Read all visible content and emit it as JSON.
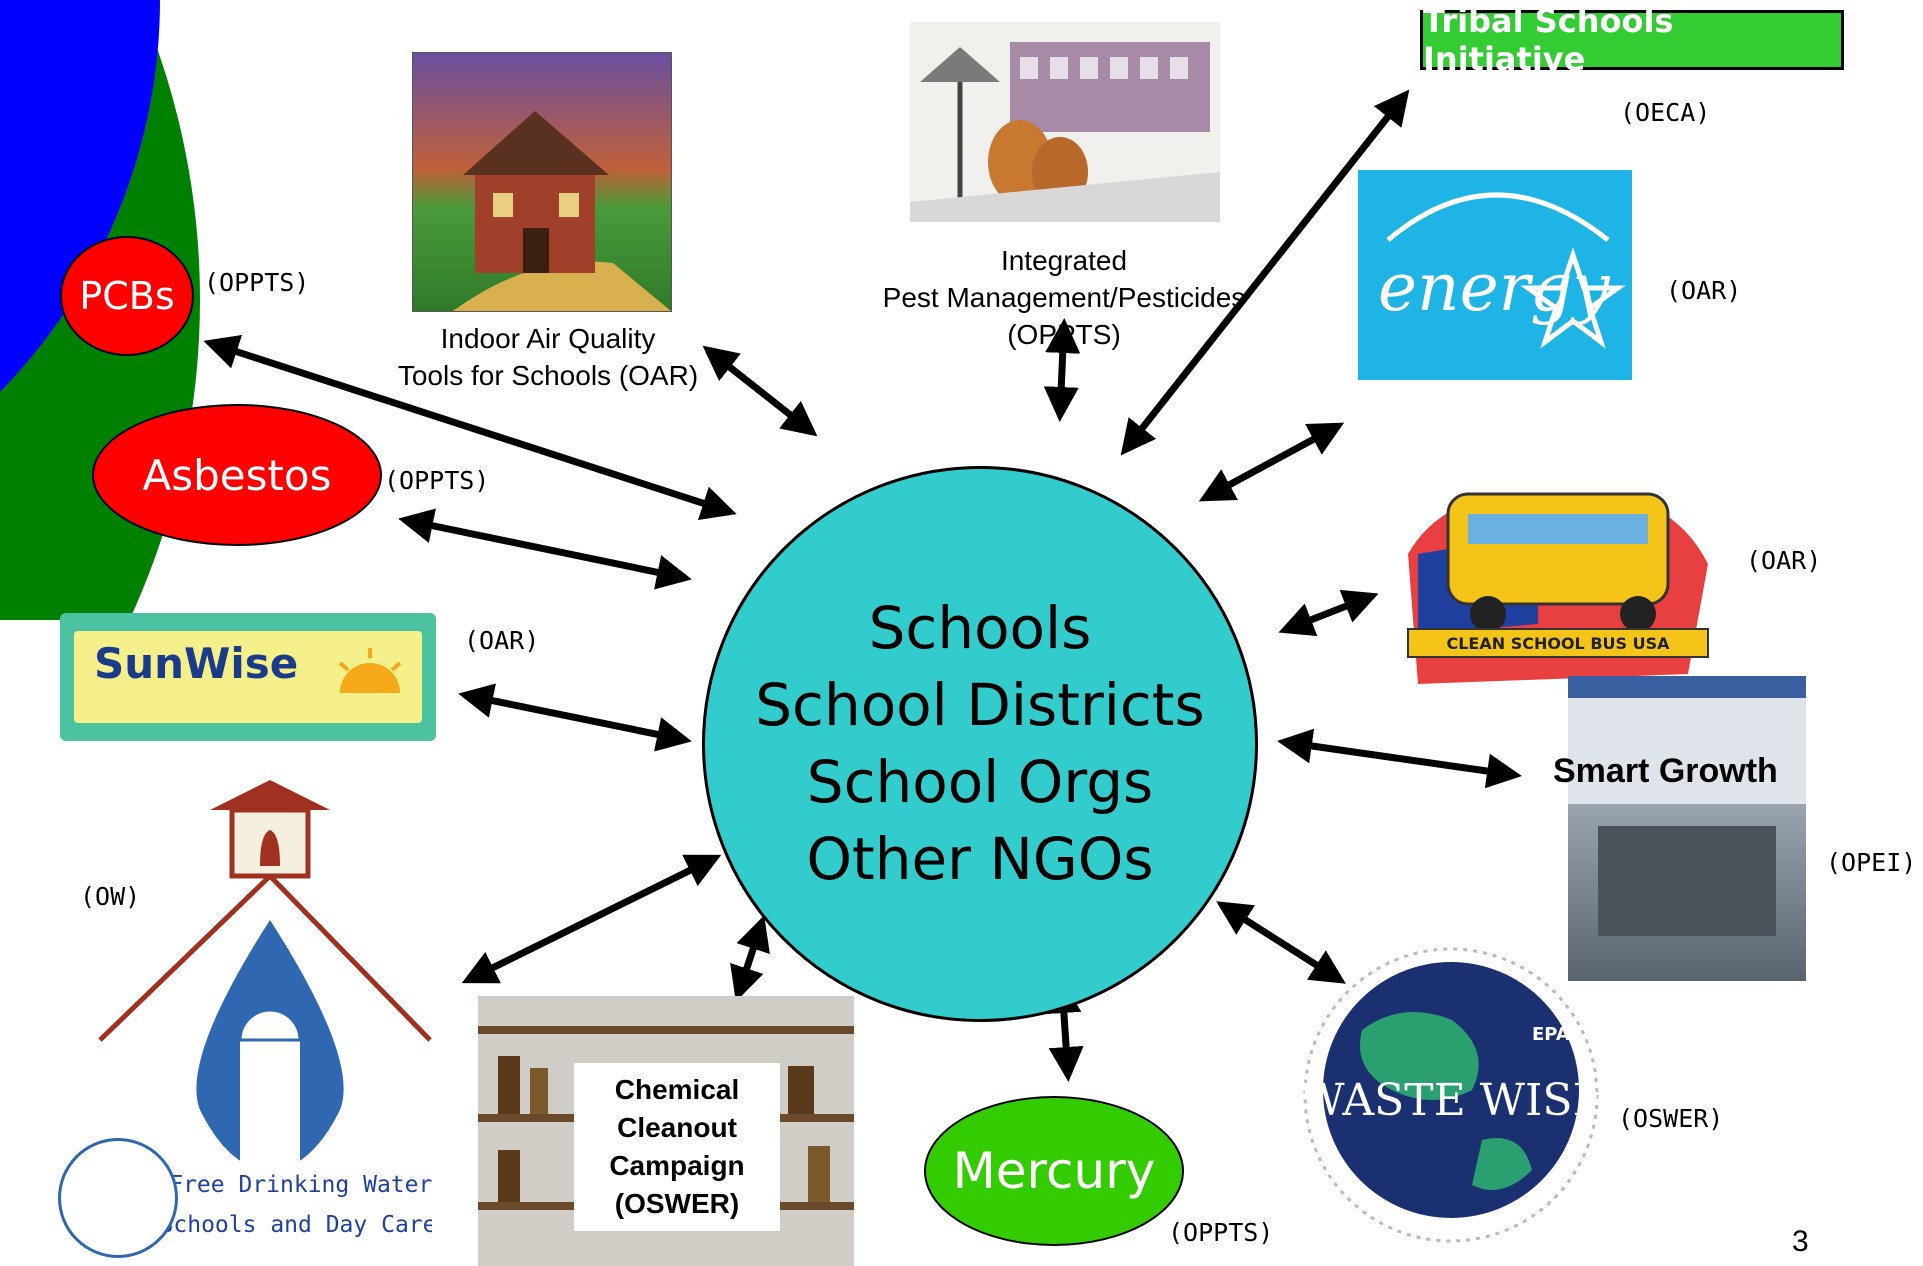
{
  "hub": {
    "lines": [
      "Schools",
      "School Districts",
      "School Orgs",
      "Other NGOs"
    ],
    "color": "#33cccc"
  },
  "programs": {
    "pcbs": {
      "label": "PCBs",
      "office": "(OPPTS)",
      "color": "#ff0000"
    },
    "asbestos": {
      "label": "Asbestos",
      "office": "(OPPTS)",
      "color": "#ff0000"
    },
    "indoor_air": {
      "caption_line1": "Indoor Air Quality",
      "caption_line2": "Tools for Schools (OAR)"
    },
    "ipm": {
      "caption_line1": "Integrated",
      "caption_line2": "Pest Management/Pesticides",
      "caption_line3": "(OPPTS)"
    },
    "tribal": {
      "label": "Tribal Schools Initiative",
      "office": "(OECA)",
      "color": "#33cc33"
    },
    "energy_star": {
      "logo_text": "energy",
      "office": "(OAR)",
      "color": "#1eb4e6"
    },
    "clean_school_bus": {
      "logo_text": "CLEAN SCHOOL BUS USA",
      "office": "(OAR)"
    },
    "sunwise": {
      "logo_text": "SunWise",
      "office": "(OAR)"
    },
    "smart_growth": {
      "label": "Smart Growth",
      "office": "(OPEI)"
    },
    "lead_free": {
      "line1": "Lead-Free Drinking Water",
      "line2": "In Schools and Day Cares",
      "office": "(OW)"
    },
    "chemical_cleanout": {
      "lines": [
        "Chemical",
        "Cleanout",
        "Campaign",
        "(OSWER)"
      ]
    },
    "mercury": {
      "label": "Mercury",
      "office": "(OPPTS)",
      "color": "#33cc00"
    },
    "waste_wise": {
      "logo_text": "WASTE WISE",
      "logo_sub": "EPA",
      "office": "(OSWER)"
    }
  },
  "page_number": "3"
}
